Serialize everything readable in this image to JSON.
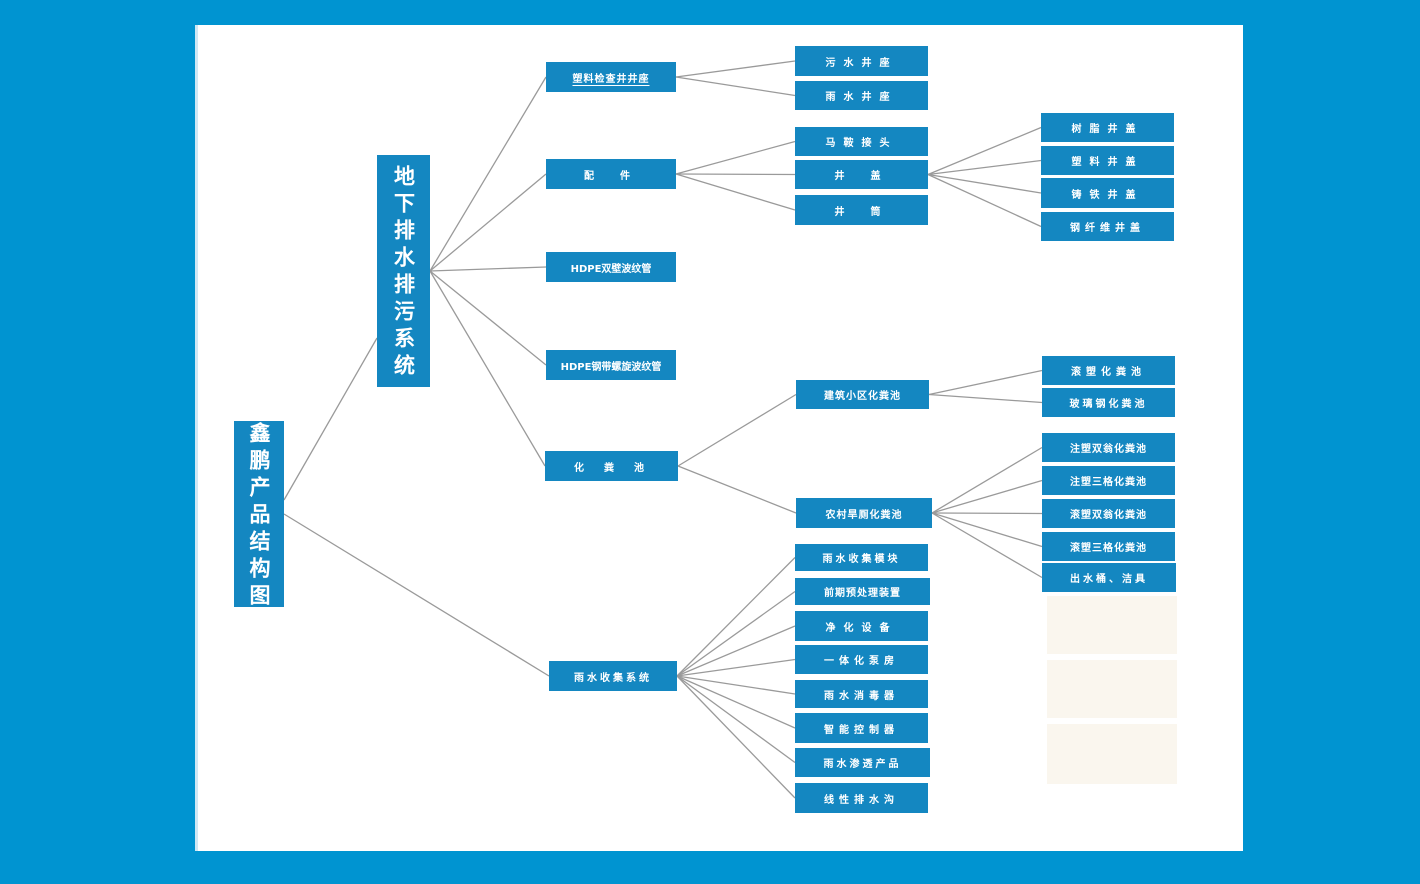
{
  "title": "鑫鹏产品结构图",
  "colors": {
    "background": "#0094d1",
    "panel": "#ffffff",
    "node_fill": "#1487c1",
    "node_text": "#ffffff",
    "connector": "#9a9a9a"
  },
  "nodes": {
    "root": {
      "label": "鑫鹏产品结构图"
    },
    "underground": {
      "label": "地下排水排污系统"
    },
    "rain_system": {
      "label": "雨水收集系统"
    },
    "inspection_seat": {
      "label": "塑料检查井井座"
    },
    "fittings": {
      "label": "配　件"
    },
    "hdpe_double": {
      "label": "HDPE双壁波纹管"
    },
    "hdpe_steel": {
      "label": "HDPE钢带螺旋波纹管"
    },
    "septic": {
      "label": "化　粪　池"
    },
    "sewage_seat": {
      "label": "污水井座"
    },
    "rain_seat": {
      "label": "雨水井座"
    },
    "saddle": {
      "label": "马鞍接头"
    },
    "manhole_cover": {
      "label": "井　盖"
    },
    "well_barrel": {
      "label": "井　筒"
    },
    "resin_cover": {
      "label": "树脂井盖"
    },
    "plastic_cover": {
      "label": "塑料井盖"
    },
    "cast_iron_cover": {
      "label": "铸铁井盖"
    },
    "steel_fiber_cover": {
      "label": "钢纤维井盖"
    },
    "community_septic": {
      "label": "建筑小区化粪池"
    },
    "rural_septic": {
      "label": "农村旱厕化粪池"
    },
    "roto_septic": {
      "label": "滚塑化粪池"
    },
    "frp_septic": {
      "label": "玻璃钢化粪池"
    },
    "inj_double_urn": {
      "label": "注塑双翁化粪池"
    },
    "inj_three_grid": {
      "label": "注塑三格化粪池"
    },
    "roto_double_urn": {
      "label": "滚塑双翁化粪池"
    },
    "roto_three_grid": {
      "label": "滚塑三格化粪池"
    },
    "outlet_bucket": {
      "label": "出水桶、洁具"
    },
    "rain_module": {
      "label": "雨水收集模块"
    },
    "pretreatment": {
      "label": "前期预处理装置"
    },
    "purification": {
      "label": "净化设备"
    },
    "pump_house": {
      "label": "一体化泵房"
    },
    "disinfector": {
      "label": "雨水消毒器"
    },
    "controller": {
      "label": "智能控制器"
    },
    "infiltration": {
      "label": "雨水渗透产品"
    },
    "drainage_channel": {
      "label": "线性排水沟"
    }
  },
  "edges": [
    [
      "root",
      "underground"
    ],
    [
      "root",
      "rain_system"
    ],
    [
      "underground",
      "inspection_seat"
    ],
    [
      "underground",
      "fittings"
    ],
    [
      "underground",
      "hdpe_double"
    ],
    [
      "underground",
      "hdpe_steel"
    ],
    [
      "underground",
      "septic"
    ],
    [
      "inspection_seat",
      "sewage_seat"
    ],
    [
      "inspection_seat",
      "rain_seat"
    ],
    [
      "fittings",
      "saddle"
    ],
    [
      "fittings",
      "manhole_cover"
    ],
    [
      "fittings",
      "well_barrel"
    ],
    [
      "manhole_cover",
      "resin_cover"
    ],
    [
      "manhole_cover",
      "plastic_cover"
    ],
    [
      "manhole_cover",
      "cast_iron_cover"
    ],
    [
      "manhole_cover",
      "steel_fiber_cover"
    ],
    [
      "septic",
      "community_septic"
    ],
    [
      "septic",
      "rural_septic"
    ],
    [
      "community_septic",
      "roto_septic"
    ],
    [
      "community_septic",
      "frp_septic"
    ],
    [
      "rural_septic",
      "inj_double_urn"
    ],
    [
      "rural_septic",
      "inj_three_grid"
    ],
    [
      "rural_septic",
      "roto_double_urn"
    ],
    [
      "rural_septic",
      "roto_three_grid"
    ],
    [
      "rural_septic",
      "outlet_bucket"
    ],
    [
      "rain_system",
      "rain_module"
    ],
    [
      "rain_system",
      "pretreatment"
    ],
    [
      "rain_system",
      "purification"
    ],
    [
      "rain_system",
      "pump_house"
    ],
    [
      "rain_system",
      "disinfector"
    ],
    [
      "rain_system",
      "controller"
    ],
    [
      "rain_system",
      "infiltration"
    ],
    [
      "rain_system",
      "drainage_channel"
    ]
  ]
}
